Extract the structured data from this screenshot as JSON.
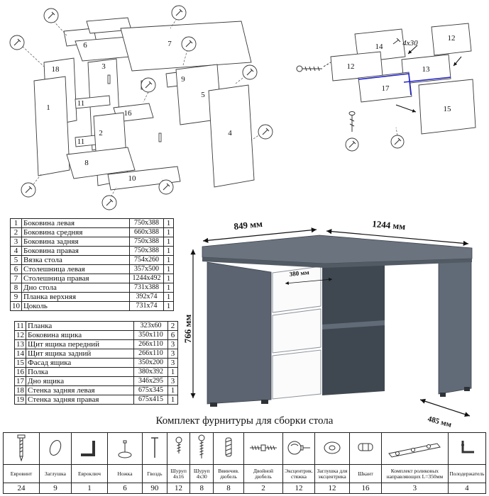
{
  "diagrams": {
    "main": {
      "callouts": [
        "18",
        "1",
        "6",
        "7",
        "3",
        "16",
        "2",
        "11",
        "11",
        "8",
        "10",
        "5",
        "9",
        "4"
      ]
    },
    "drawer": {
      "callouts": [
        "14",
        "12",
        "12",
        "13",
        "17",
        "15"
      ],
      "screw_label": "4x30",
      "highlight_color": "#2323cc"
    }
  },
  "parts_table": {
    "rows_1_10": [
      {
        "num": "1",
        "name": "Боковина левая",
        "size": "750x388",
        "qty": "1"
      },
      {
        "num": "2",
        "name": "Боковина средняя",
        "size": "660x388",
        "qty": "1"
      },
      {
        "num": "3",
        "name": "Боковина задняя",
        "size": "750x388",
        "qty": "1"
      },
      {
        "num": "4",
        "name": "Боковина правая",
        "size": "750x388",
        "qty": "1"
      },
      {
        "num": "5",
        "name": "Вязка стола",
        "size": "754x260",
        "qty": "1"
      },
      {
        "num": "6",
        "name": "Столешница левая",
        "size": "357x500",
        "qty": "1"
      },
      {
        "num": "7",
        "name": "Столешница правая",
        "size": "1244x492",
        "qty": "1"
      },
      {
        "num": "8",
        "name": "Дно стола",
        "size": "731x388",
        "qty": "1"
      },
      {
        "num": "9",
        "name": "Планка верхняя",
        "size": "392x74",
        "qty": "1"
      },
      {
        "num": "10",
        "name": "Цоколь",
        "size": "731x74",
        "qty": "1"
      }
    ],
    "rows_11_19": [
      {
        "num": "11",
        "name": "Планка",
        "size": "323x60",
        "qty": "2"
      },
      {
        "num": "12",
        "name": "Боковина ящика",
        "size": "350x110",
        "qty": "6"
      },
      {
        "num": "13",
        "name": "Щит ящика передний",
        "size": "266x110",
        "qty": "3"
      },
      {
        "num": "14",
        "name": "Щит ящика задний",
        "size": "266x110",
        "qty": "3"
      },
      {
        "num": "15",
        "name": "Фасад ящика",
        "size": "350x200",
        "qty": "3"
      },
      {
        "num": "16",
        "name": "Полка",
        "size": "380x392",
        "qty": "1"
      },
      {
        "num": "17",
        "name": "Дно ящика",
        "size": "346x295",
        "qty": "3"
      },
      {
        "num": "18",
        "name": "Стенка задняя левая",
        "size": "675x345",
        "qty": "1"
      },
      {
        "num": "19",
        "name": "Стенка задняя правая",
        "size": "675x415",
        "qty": "1"
      }
    ]
  },
  "desk": {
    "dims": {
      "left_top": "849 мм",
      "right_top": "1244 мм",
      "height": "766 мм",
      "inner": "380 мм",
      "depth": "485 мм"
    },
    "colors": {
      "top": "#6a737e",
      "edge": "#525a64",
      "side_dark": "#5b6470",
      "side_mid": "#616b77",
      "interior": "#3f4750",
      "drawer": "#fbfbfb"
    }
  },
  "hardware": {
    "title": "Комплект фурнитуры для сборки стола",
    "items": [
      {
        "label": "Евровинт",
        "qty": "24"
      },
      {
        "label": "Заглушка",
        "qty": "9"
      },
      {
        "label": "Евроключ",
        "qty": "1"
      },
      {
        "label": "Ножка",
        "qty": "6"
      },
      {
        "label": "Гвоздь",
        "qty": "90"
      },
      {
        "label": "Шуруп 4x16",
        "qty": "12"
      },
      {
        "label": "Шуруп 4x30",
        "qty": "8"
      },
      {
        "label": "Ввинчив. дюбель",
        "qty": "8"
      },
      {
        "label": "Двойной дюбель",
        "qty": "2"
      },
      {
        "label": "Эксцентрик. стяжка",
        "qty": "12"
      },
      {
        "label": "Заглушка для эксцентрика",
        "qty": "12"
      },
      {
        "label": "Шкант",
        "qty": "16"
      },
      {
        "label": "Комплект роликовых направляющих L=350мм",
        "qty": "3"
      },
      {
        "label": "Полодержатель",
        "qty": "4"
      }
    ]
  }
}
